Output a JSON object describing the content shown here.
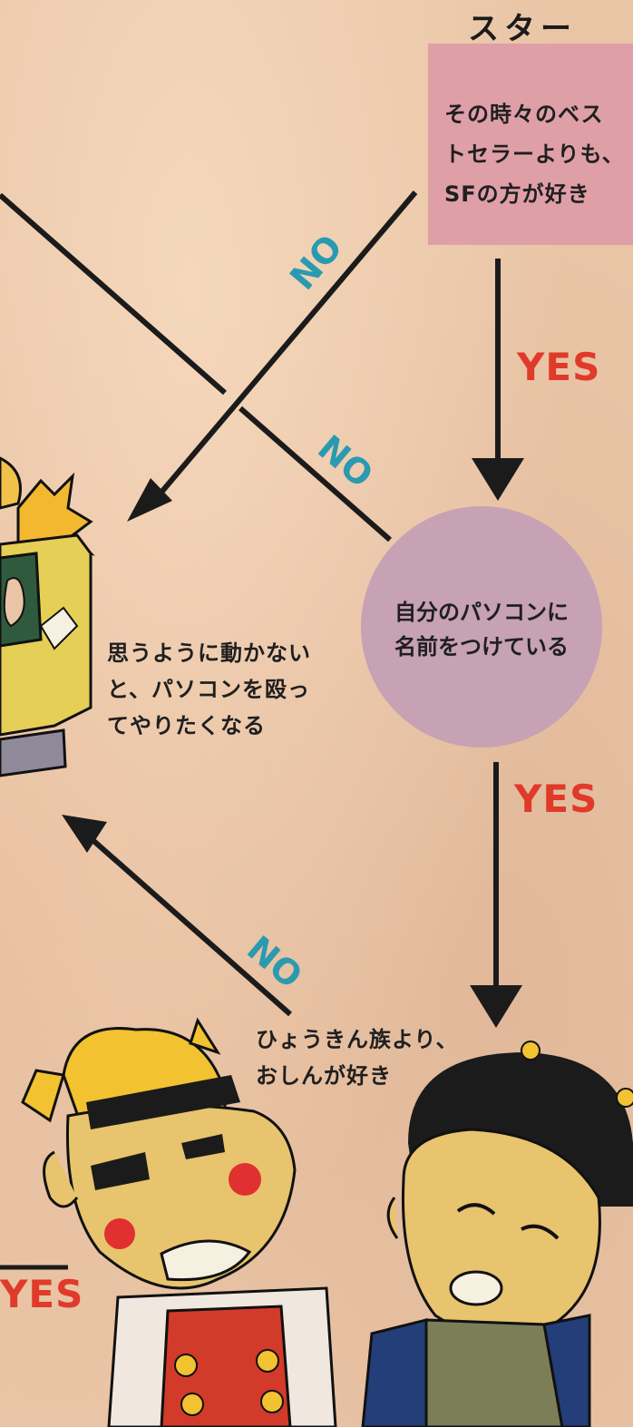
{
  "start_label": "スタート",
  "questions": {
    "start": "その時々のベス\nトセラーよりも、\nSFの方が好き",
    "circle": "自分のパソコンに\n名前をつけている",
    "left": "思うように動かない\nと、パソコンを殴っ\nてやりたくなる",
    "bottom": "ひょうきん族より、\nおしんが好き"
  },
  "labels": {
    "yes_1": "YES",
    "yes_2": "YES",
    "yes_3": "YES",
    "no_1": "NO",
    "no_2": "NO",
    "no_3": "NO"
  },
  "colors": {
    "start_box": "#df9fa7",
    "circle": "#c7a1b4",
    "yes": "#e03a2a",
    "no": "#2a9ab0",
    "arrow": "#1b1b1b"
  }
}
